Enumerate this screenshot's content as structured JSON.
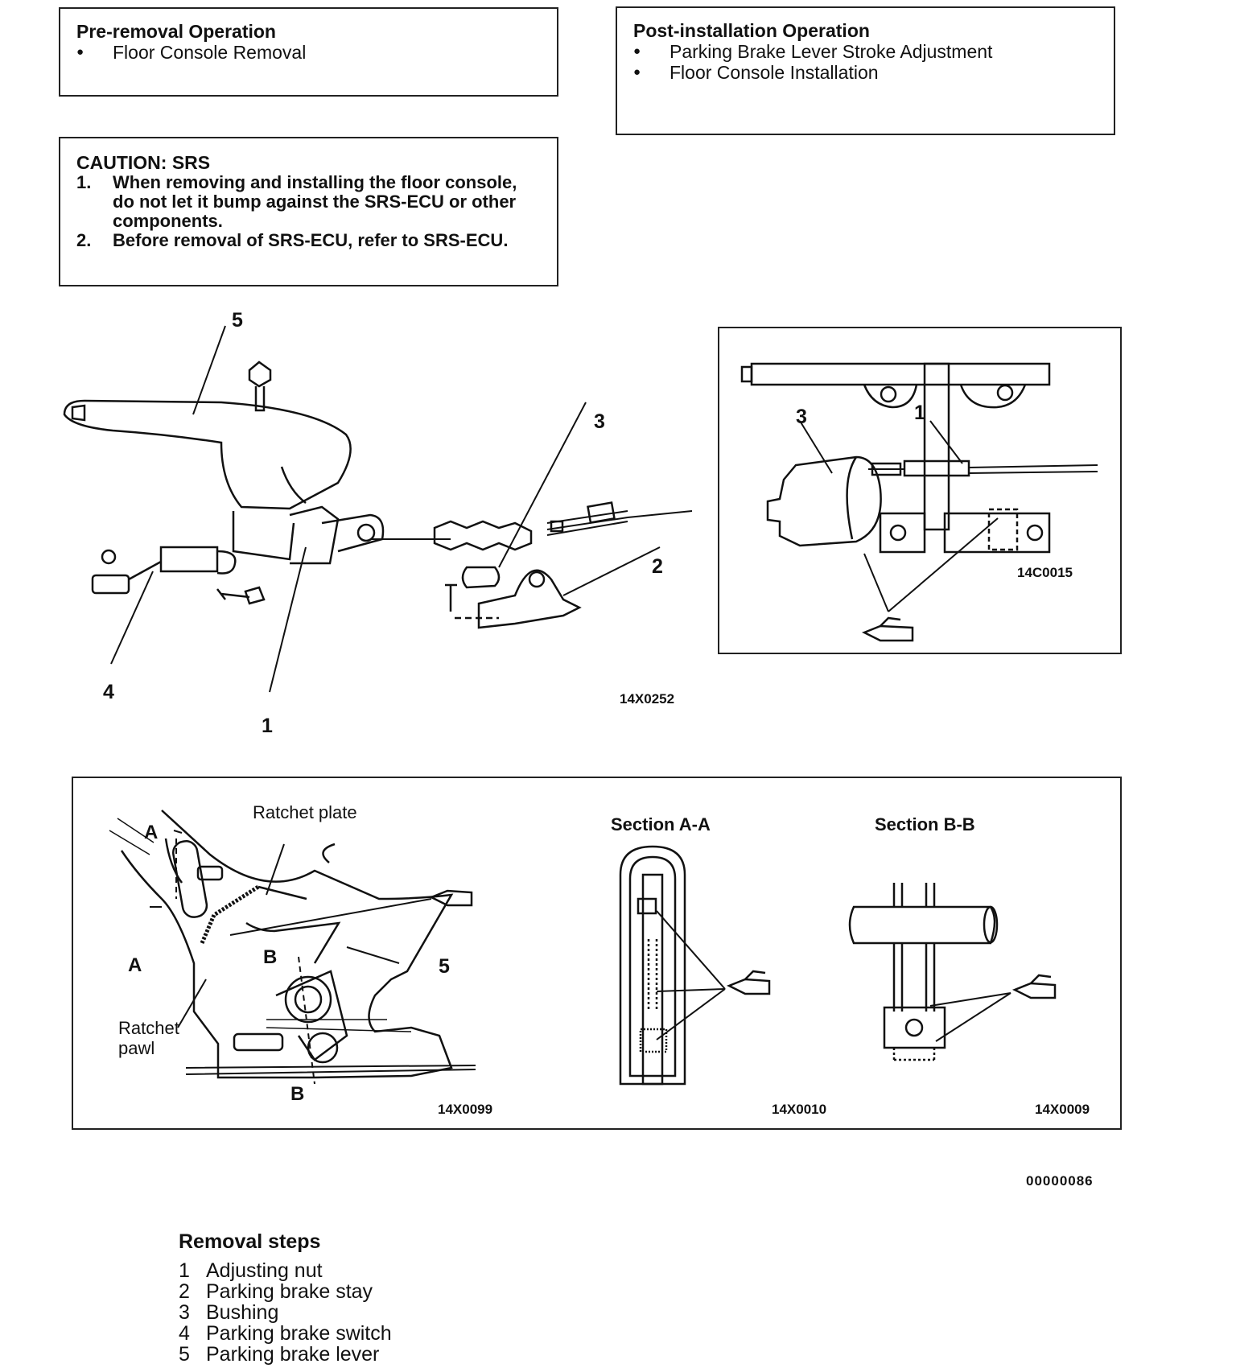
{
  "pre_removal": {
    "title": "Pre-removal Operation",
    "items": [
      "Floor Console Removal"
    ]
  },
  "post_installation": {
    "title": "Post-installation Operation",
    "items": [
      "Parking Brake Lever Stroke Adjustment",
      "Floor Console Installation"
    ]
  },
  "caution": {
    "title": "CAUTION: SRS",
    "items": [
      {
        "num": "1.",
        "text": "When removing and installing the floor console, do not let it bump against the SRS-ECU or other components."
      },
      {
        "num": "2.",
        "text": "Before removal of SRS-ECU, refer to SRS-ECU."
      }
    ]
  },
  "main_diagram": {
    "callouts": [
      "5",
      "3",
      "2",
      "4",
      "1"
    ],
    "code": "14X0252"
  },
  "detail_diagram": {
    "callouts": [
      "3",
      "1"
    ],
    "code": "14C0015"
  },
  "lower_panel": {
    "left": {
      "ratchet_plate": "Ratchet plate",
      "ratchet_pawl_line1": "Ratchet",
      "ratchet_pawl_line2": "pawl",
      "marker_a_top": "A",
      "marker_a_bottom": "A",
      "marker_b_top": "B",
      "marker_b_bottom": "B",
      "callout_5": "5",
      "code": "14X0099"
    },
    "section_aa": {
      "title": "Section A-A",
      "code": "14X0010"
    },
    "section_bb": {
      "title": "Section B-B",
      "code": "14X0009"
    }
  },
  "page_code": "00000086",
  "removal_steps": {
    "title": "Removal steps",
    "items": [
      {
        "num": "1",
        "label": "Adjusting nut"
      },
      {
        "num": "2",
        "label": "Parking brake stay"
      },
      {
        "num": "3",
        "label": "Bushing"
      },
      {
        "num": "4",
        "label": "Parking brake switch"
      },
      {
        "num": "5",
        "label": "Parking brake lever"
      }
    ]
  }
}
